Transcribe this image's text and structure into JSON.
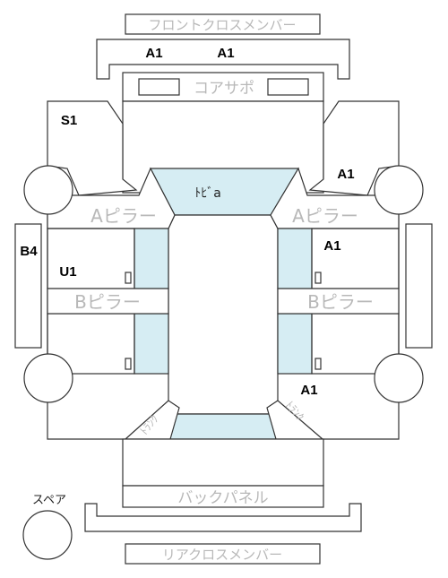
{
  "labels": {
    "front_cross_member": "フロントクロスメンバー",
    "core_support": "コアサポ",
    "a_pillar": "Aピラー",
    "b_pillar": "Bピラー",
    "dash": "ﾄﾋﾞa",
    "back_panel": "バックパネル",
    "rear_cross_member": "リアクロスメンバー",
    "spare": "スペア",
    "trunk": "ﾄﾗﾝｸ"
  },
  "codes": {
    "front_member_left": "A1",
    "front_member_right": "A1",
    "front_left_panel": "S1",
    "front_right_panel": "A1",
    "right_front_door": "A1",
    "left_rocker": "B4",
    "left_front_door": "U1",
    "right_rear_quarter": "A1"
  },
  "colors": {
    "stroke": "#333333",
    "glass": "#d6edf3",
    "label_gray": "#b8b8b8",
    "code_text": "#000000"
  }
}
